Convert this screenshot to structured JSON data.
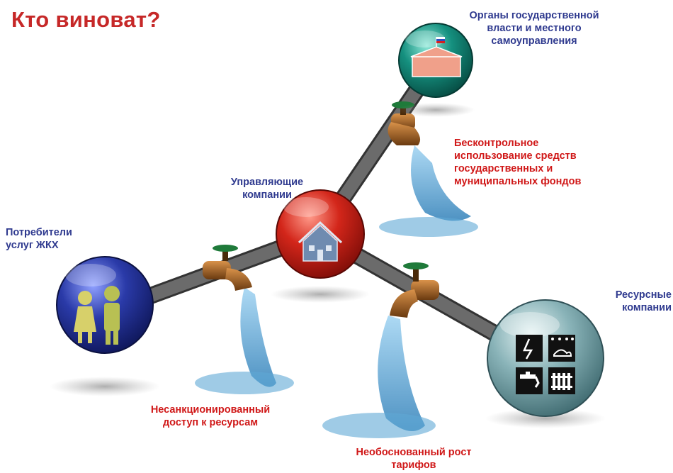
{
  "title": "Кто виноват?",
  "nodes": {
    "consumers": "Потребители\nуслуг ЖКХ",
    "management": "Управляющие\nкомпании",
    "authorities": "Органы государственной\nвласти и местного\nсамоуправления",
    "resource": "Ресурсные\nкомпании"
  },
  "problems": {
    "p1": "Бесконтрольное\nиспользование средств\nгосударственных и\nмуниципальных фондов",
    "p2": "Несанкционированный\nдоступ к ресурсам",
    "p3": "Необоснованный рост\nтарифов"
  },
  "colors": {
    "title": "#c62828",
    "node_label": "#2f3a8f",
    "problem_label": "#d01818",
    "consumers_sphere": "#1f2d8a",
    "management_sphere": "#c81e14",
    "authorities_sphere": "#0e7f73",
    "resource_sphere": "#6f9ea4",
    "pipe": "#5a5a5a",
    "faucet": "#9b5a20",
    "valve": "#1f7a3a",
    "water": "#3f8fc4"
  },
  "icons": {
    "consumers": "people-icon",
    "management": "house-icon",
    "authorities": "government-building-icon",
    "resource": "utilities-icon",
    "faucet": "faucet-icon",
    "water": "water-stream-icon"
  }
}
